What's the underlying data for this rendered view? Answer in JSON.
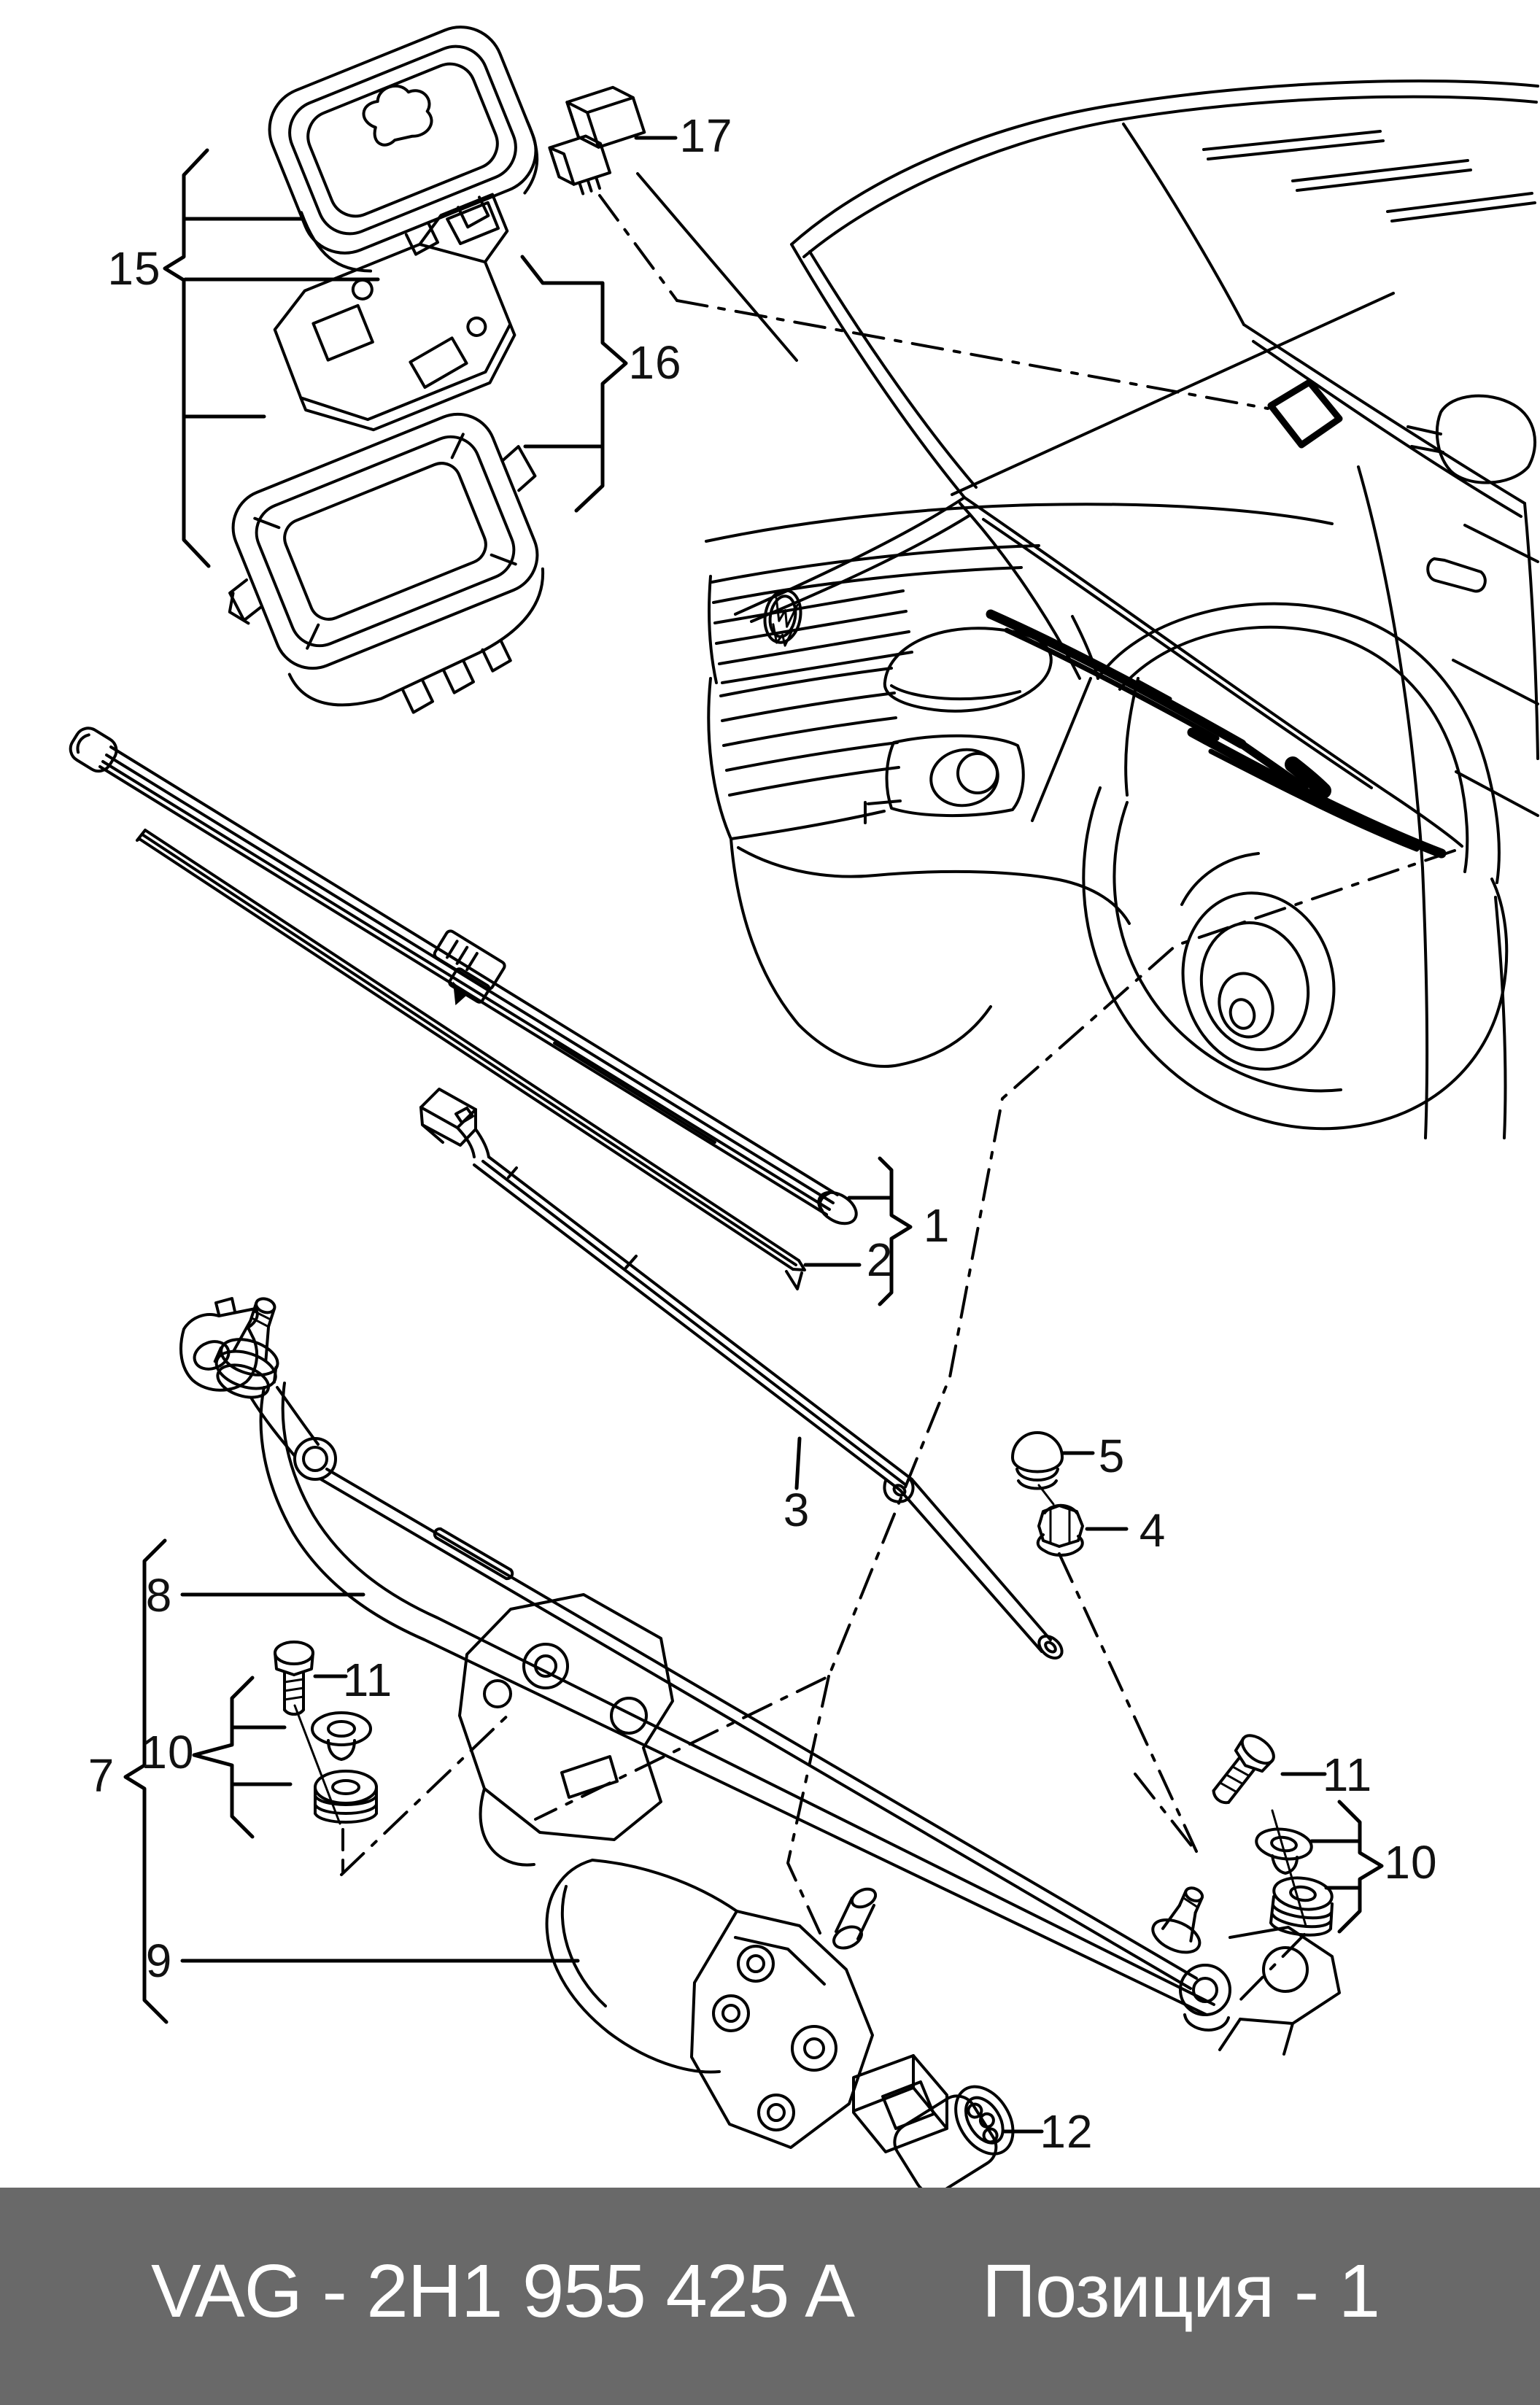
{
  "footer": {
    "part_code": "VAG - 2H1 955 425 A",
    "position_label": "Позиция - 1"
  },
  "callouts": {
    "1": "1",
    "2": "2",
    "3": "3",
    "4": "4",
    "5": "5",
    "7": "7",
    "8": "8",
    "9": "9",
    "10_left": "10",
    "11_left": "11",
    "10_right": "10",
    "11_right": "11",
    "12": "12",
    "15": "15",
    "16": "16",
    "17": "17"
  },
  "colors": {
    "line": "#000000",
    "background": "#ffffff",
    "footer_bar": "#696969",
    "footer_text": "#ffffff"
  },
  "figure": {
    "type": "exploded-parts-diagram",
    "subject": "windscreen wiper system with wiper motor, linkage, blades and rain sensor",
    "vehicle_view": "pickup truck front three-quarter line drawing",
    "drawings": [
      "rain-sensor-cover",
      "rain-sensor-unit",
      "rain-sensor-housing",
      "connector-17",
      "vehicle",
      "wiper-blade-1",
      "wiper-rubber-2",
      "wiper-arm-3",
      "nut-4",
      "cap-5",
      "linkage-frame",
      "wiper-motor",
      "bolt-11-left",
      "washers-10-left",
      "bolt-11-right",
      "washers-10-right",
      "connector-12"
    ]
  }
}
